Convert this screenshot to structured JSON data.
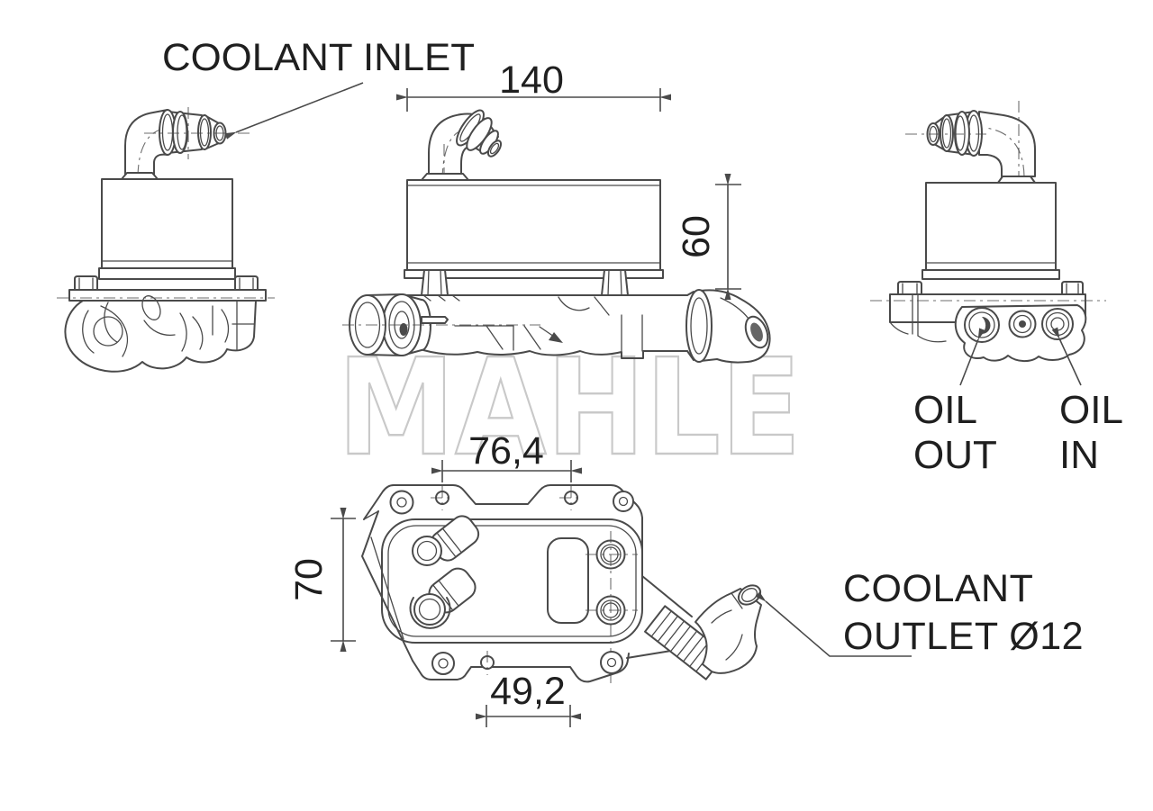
{
  "watermark": "MAHLE",
  "labels": {
    "coolant_inlet": "COOLANT INLET",
    "oil_out_line1": "OIL",
    "oil_out_line2": "OUT",
    "oil_in_line1": "OIL",
    "oil_in_line2": "IN",
    "coolant_outlet_line1": "COOLANT",
    "coolant_outlet_line2": "OUTLET Ø12"
  },
  "dimensions": {
    "body_width_mm": "140",
    "body_height_mm": "60",
    "port_spacing_mm": "76,4",
    "plate_height_mm": "70",
    "lower_spacing_mm": "49,2"
  },
  "colors": {
    "line": "#4a4a4a",
    "text": "#1f1f1f",
    "watermark": "#c9c9c9",
    "background": "#ffffff"
  }
}
